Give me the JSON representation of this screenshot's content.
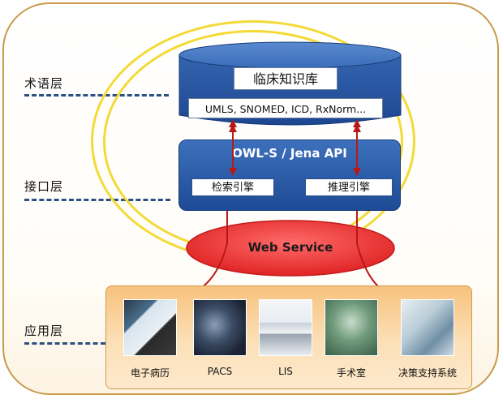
{
  "layers": {
    "terminology": "术语层",
    "interface": "接口层",
    "application": "应用层"
  },
  "knowledge_base": {
    "title": "临床知识库",
    "standards": "UMLS, SNOMED, ICD, RxNorm..."
  },
  "api": {
    "title": "OWL-S / Jena API",
    "engines": [
      "检索引擎",
      "推理引擎"
    ]
  },
  "web_service": "Web Service",
  "apps": [
    {
      "name": "电子病历",
      "icon": "emr-screen-icon"
    },
    {
      "name": "PACS",
      "icon": "pacs-imaging-icon"
    },
    {
      "name": "LIS",
      "icon": "lis-lab-device-icon"
    },
    {
      "name": "手术室",
      "icon": "operating-room-icon"
    },
    {
      "name": "决策支持系统",
      "icon": "decision-support-icon"
    }
  ],
  "colors": {
    "frame": "#c89a4a",
    "ring": "#f4da36",
    "db_blue": "#1e4b95",
    "web_service_red": "#e53030",
    "arrow": "#b81818",
    "app_panel": "#f7c27e",
    "dash": "#2c4f86"
  }
}
